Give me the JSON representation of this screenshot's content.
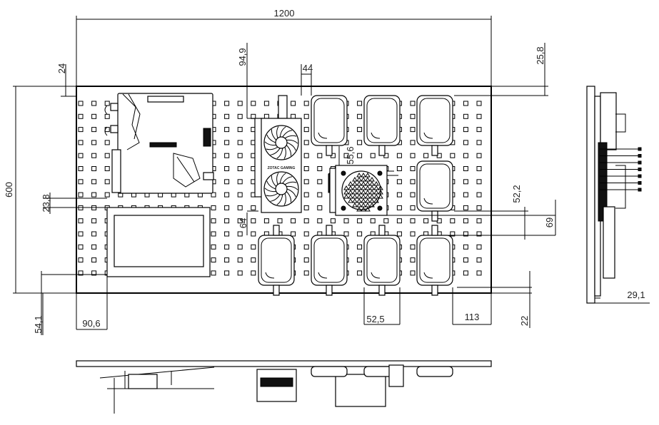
{
  "drawing": {
    "title": "Pegboard mounting layout",
    "dimensions": {
      "overall_width": "1200",
      "overall_height": "600",
      "top_offset_left": "24",
      "gpu_top_offset": "94,9",
      "hdd_gap": "44",
      "top_offset_right": "25,8",
      "monitor_offset": "23,8",
      "psu_offset": "55,6",
      "right_gap": "52,2",
      "row_spacing": "69",
      "gpu_spacing": "64",
      "bottom_offset_left": "54,1",
      "left_offset": "90,6",
      "hdd_pitch": "52,5",
      "right_margin": "113",
      "bottom_offset_right": "22",
      "side_depth": "29,1"
    },
    "gpu_label": "ZOTAC GAMING",
    "colors": {
      "line": "#000000",
      "background": "#ffffff"
    }
  }
}
